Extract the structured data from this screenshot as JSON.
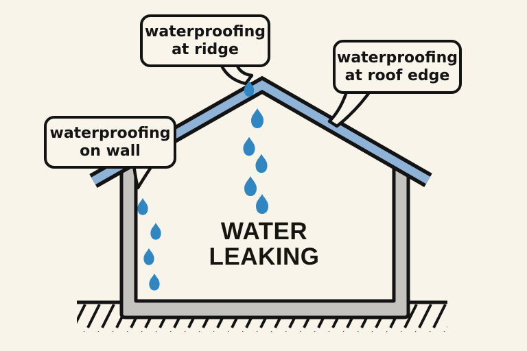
{
  "scene": {
    "description": "House cross-section diagram showing water leaking indoors and waterproofing locations"
  },
  "center_label": {
    "line1": "WATER",
    "line2": "LEAKING"
  },
  "callouts": {
    "ridge": {
      "line1": "waterproofing",
      "line2": "at ridge"
    },
    "roof_edge": {
      "line1": "waterproofing",
      "line2": "at roof edge"
    },
    "wall": {
      "line1": "waterproofing",
      "line2": "on wall"
    }
  },
  "leaks": {
    "ridge_drop_count": 6,
    "wall_drop_count": 4
  },
  "colors": {
    "background": "#f8f4ea",
    "outline": "#131313",
    "roof_blue": "#8fb3d6",
    "drop_blue": "#2f86c0",
    "wall_gray": "#c4c3bf",
    "bubble_fill": "#f9f5eb",
    "text": "#141414"
  }
}
